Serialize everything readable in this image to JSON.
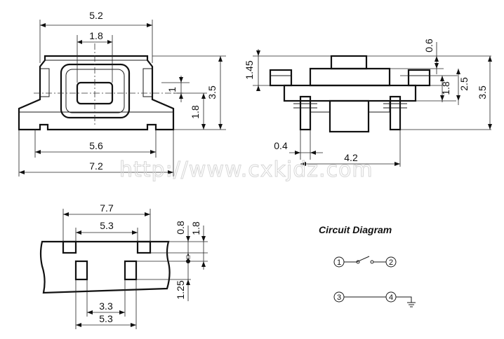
{
  "front_view": {
    "dim_top": "5.2",
    "dim_inner": "1.8",
    "dim_mid": "5.6",
    "dim_bottom": "7.2",
    "dim_right_small": "1",
    "dim_right_mid": "1.8",
    "dim_right_total": "3.5"
  },
  "side_view": {
    "dim_left": "1.45",
    "dim_top": "0.6",
    "dim_r1": "1.8",
    "dim_r2": "2.5",
    "dim_r3": "3.5",
    "dim_pin": "0.4",
    "dim_span": "4.2"
  },
  "footprint": {
    "dim_outer": "7.7",
    "dim_inner": "5.3",
    "dim_v1": "0.8",
    "dim_v2": "1.8",
    "dim_v3": "1.25",
    "dim_low1": "3.3",
    "dim_low2": "5.3"
  },
  "circuit": {
    "title": "Circuit Diagram",
    "pins": [
      "1",
      "2",
      "3",
      "4"
    ]
  },
  "watermark": "http://www.cxkjdz.com"
}
